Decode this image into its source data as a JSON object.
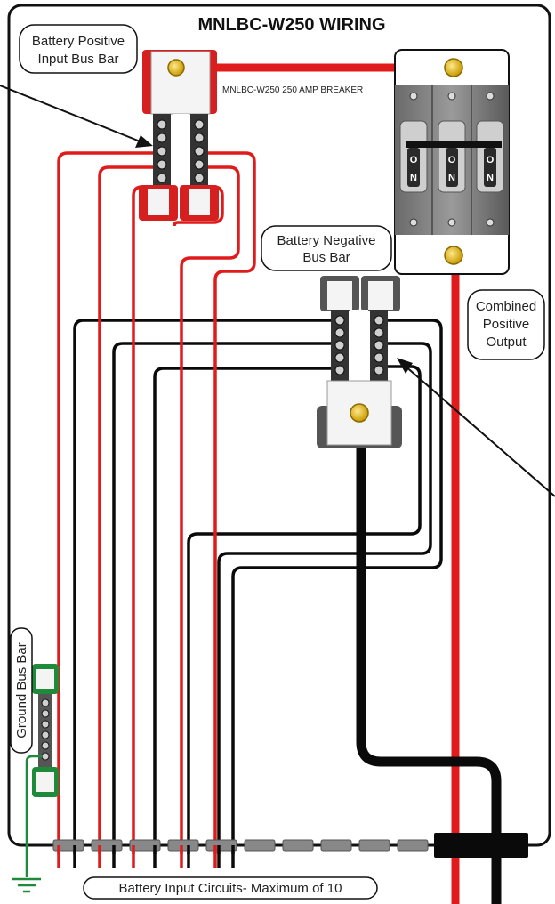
{
  "title": "MNLBC-W250 WIRING",
  "labels": {
    "positive_bus_line1": "Battery Positive",
    "positive_bus_line2": "Input Bus Bar",
    "breaker": "MNLBC-W250 250 AMP BREAKER",
    "negative_bus_line1": "Battery Negative",
    "negative_bus_line2": "Bus Bar",
    "combined_line1": "Combined",
    "combined_line2": "Positive",
    "combined_line3": "Output",
    "ground_bus": "Ground Bus Bar",
    "input_circuits": "Battery Input Circuits- Maximum of 10"
  },
  "breaker_switch": {
    "on": "O",
    "off": "N"
  },
  "colors": {
    "positive_wire": "#e01b1b",
    "negative_wire": "#0a0a0a",
    "ground_wire": "#1f8a3a",
    "enclosure": "#111111",
    "busbar": "#e8e8e8"
  }
}
